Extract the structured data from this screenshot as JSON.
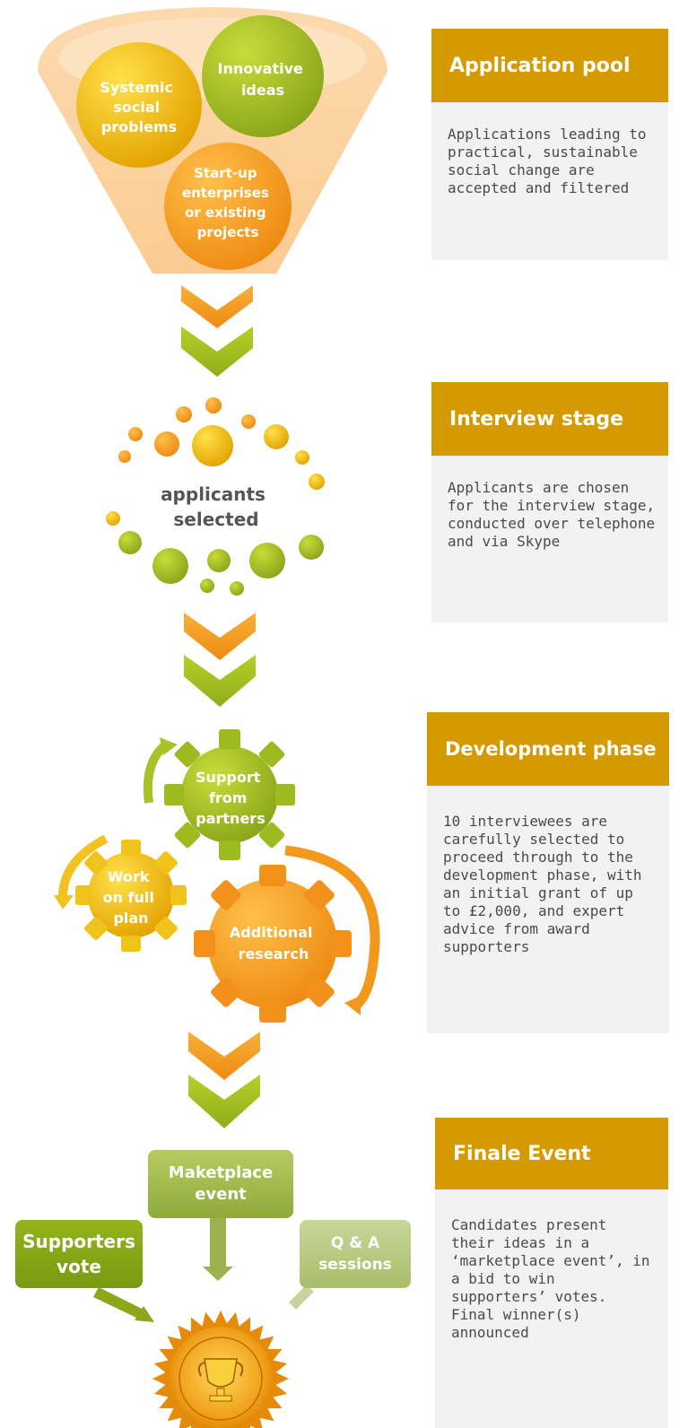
{
  "panels": [
    {
      "title": "Application pool",
      "body": "Applications leading to practical, sustainable social change are accepted and filtered"
    },
    {
      "title": "Interview stage",
      "body": "Applicants are chosen for the interview stage, conducted over telephone and via Skype"
    },
    {
      "title": "Development phase",
      "body": "10 interviewees are carefully selected to proceed through to the development phase, with an initial grant of up to £2,000, and expert advice from award supporters"
    },
    {
      "title": "Finale Event",
      "body": "Candidates present their ideas in a ‘marketplace event’, in a bid to win supporters’ votes. Final winner(s) announced"
    }
  ],
  "funnel": {
    "circle1": [
      "Systemic",
      "social",
      "problems"
    ],
    "circle2": [
      "Innovative",
      "ideas"
    ],
    "circle3": [
      "Start-up",
      "enterprises",
      "or existing",
      "projects"
    ]
  },
  "applicants": [
    "applicants",
    "selected"
  ],
  "gears": {
    "support": [
      "Support",
      "from",
      "partners"
    ],
    "work": [
      "Work",
      "on full",
      "plan"
    ],
    "research": [
      "Additional",
      "research"
    ]
  },
  "finale": {
    "marketplace": [
      "Maketplace",
      "event"
    ],
    "supporters": [
      "Supporters",
      "vote"
    ],
    "qa": [
      "Q & A",
      "sessions"
    ],
    "seal_text": "WINNER"
  },
  "colors": {
    "panel_head": "#d49a00",
    "panel_body": "#f2f2f2",
    "orange": "#f39a1c",
    "green": "#9dbb1e"
  }
}
